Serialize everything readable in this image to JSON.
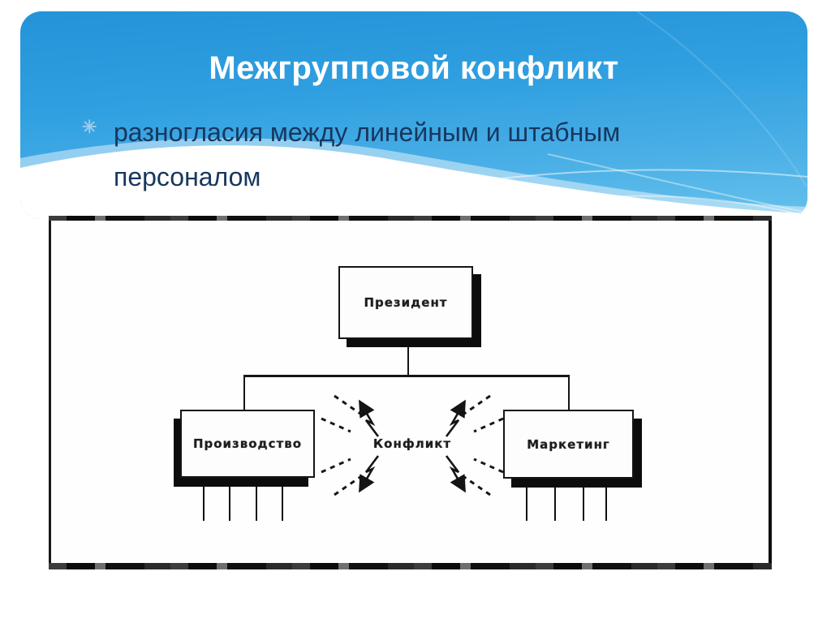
{
  "slide": {
    "title": "Межгрупповой конфликт",
    "bullet": {
      "marker": "✳",
      "line1": "разногласия между линейным и штабным",
      "line2": "персоналом",
      "full_text": "разногласия между линейным и штабным персоналом"
    },
    "theme": {
      "panel_blue_top": "#2493d8",
      "panel_blue_bottom": "#66c1ec",
      "title_color": "#ffffff",
      "body_text_color": "#17375e",
      "bullet_marker_color": "#9bcdee"
    }
  },
  "diagram": {
    "type": "org_chart_conflict",
    "nodes": {
      "president": "Президент",
      "production": "Производство",
      "conflict": "Конфликт",
      "marketing": "Маркетинг"
    },
    "ink_color": "#151515",
    "paper_color": "#fefefe"
  }
}
